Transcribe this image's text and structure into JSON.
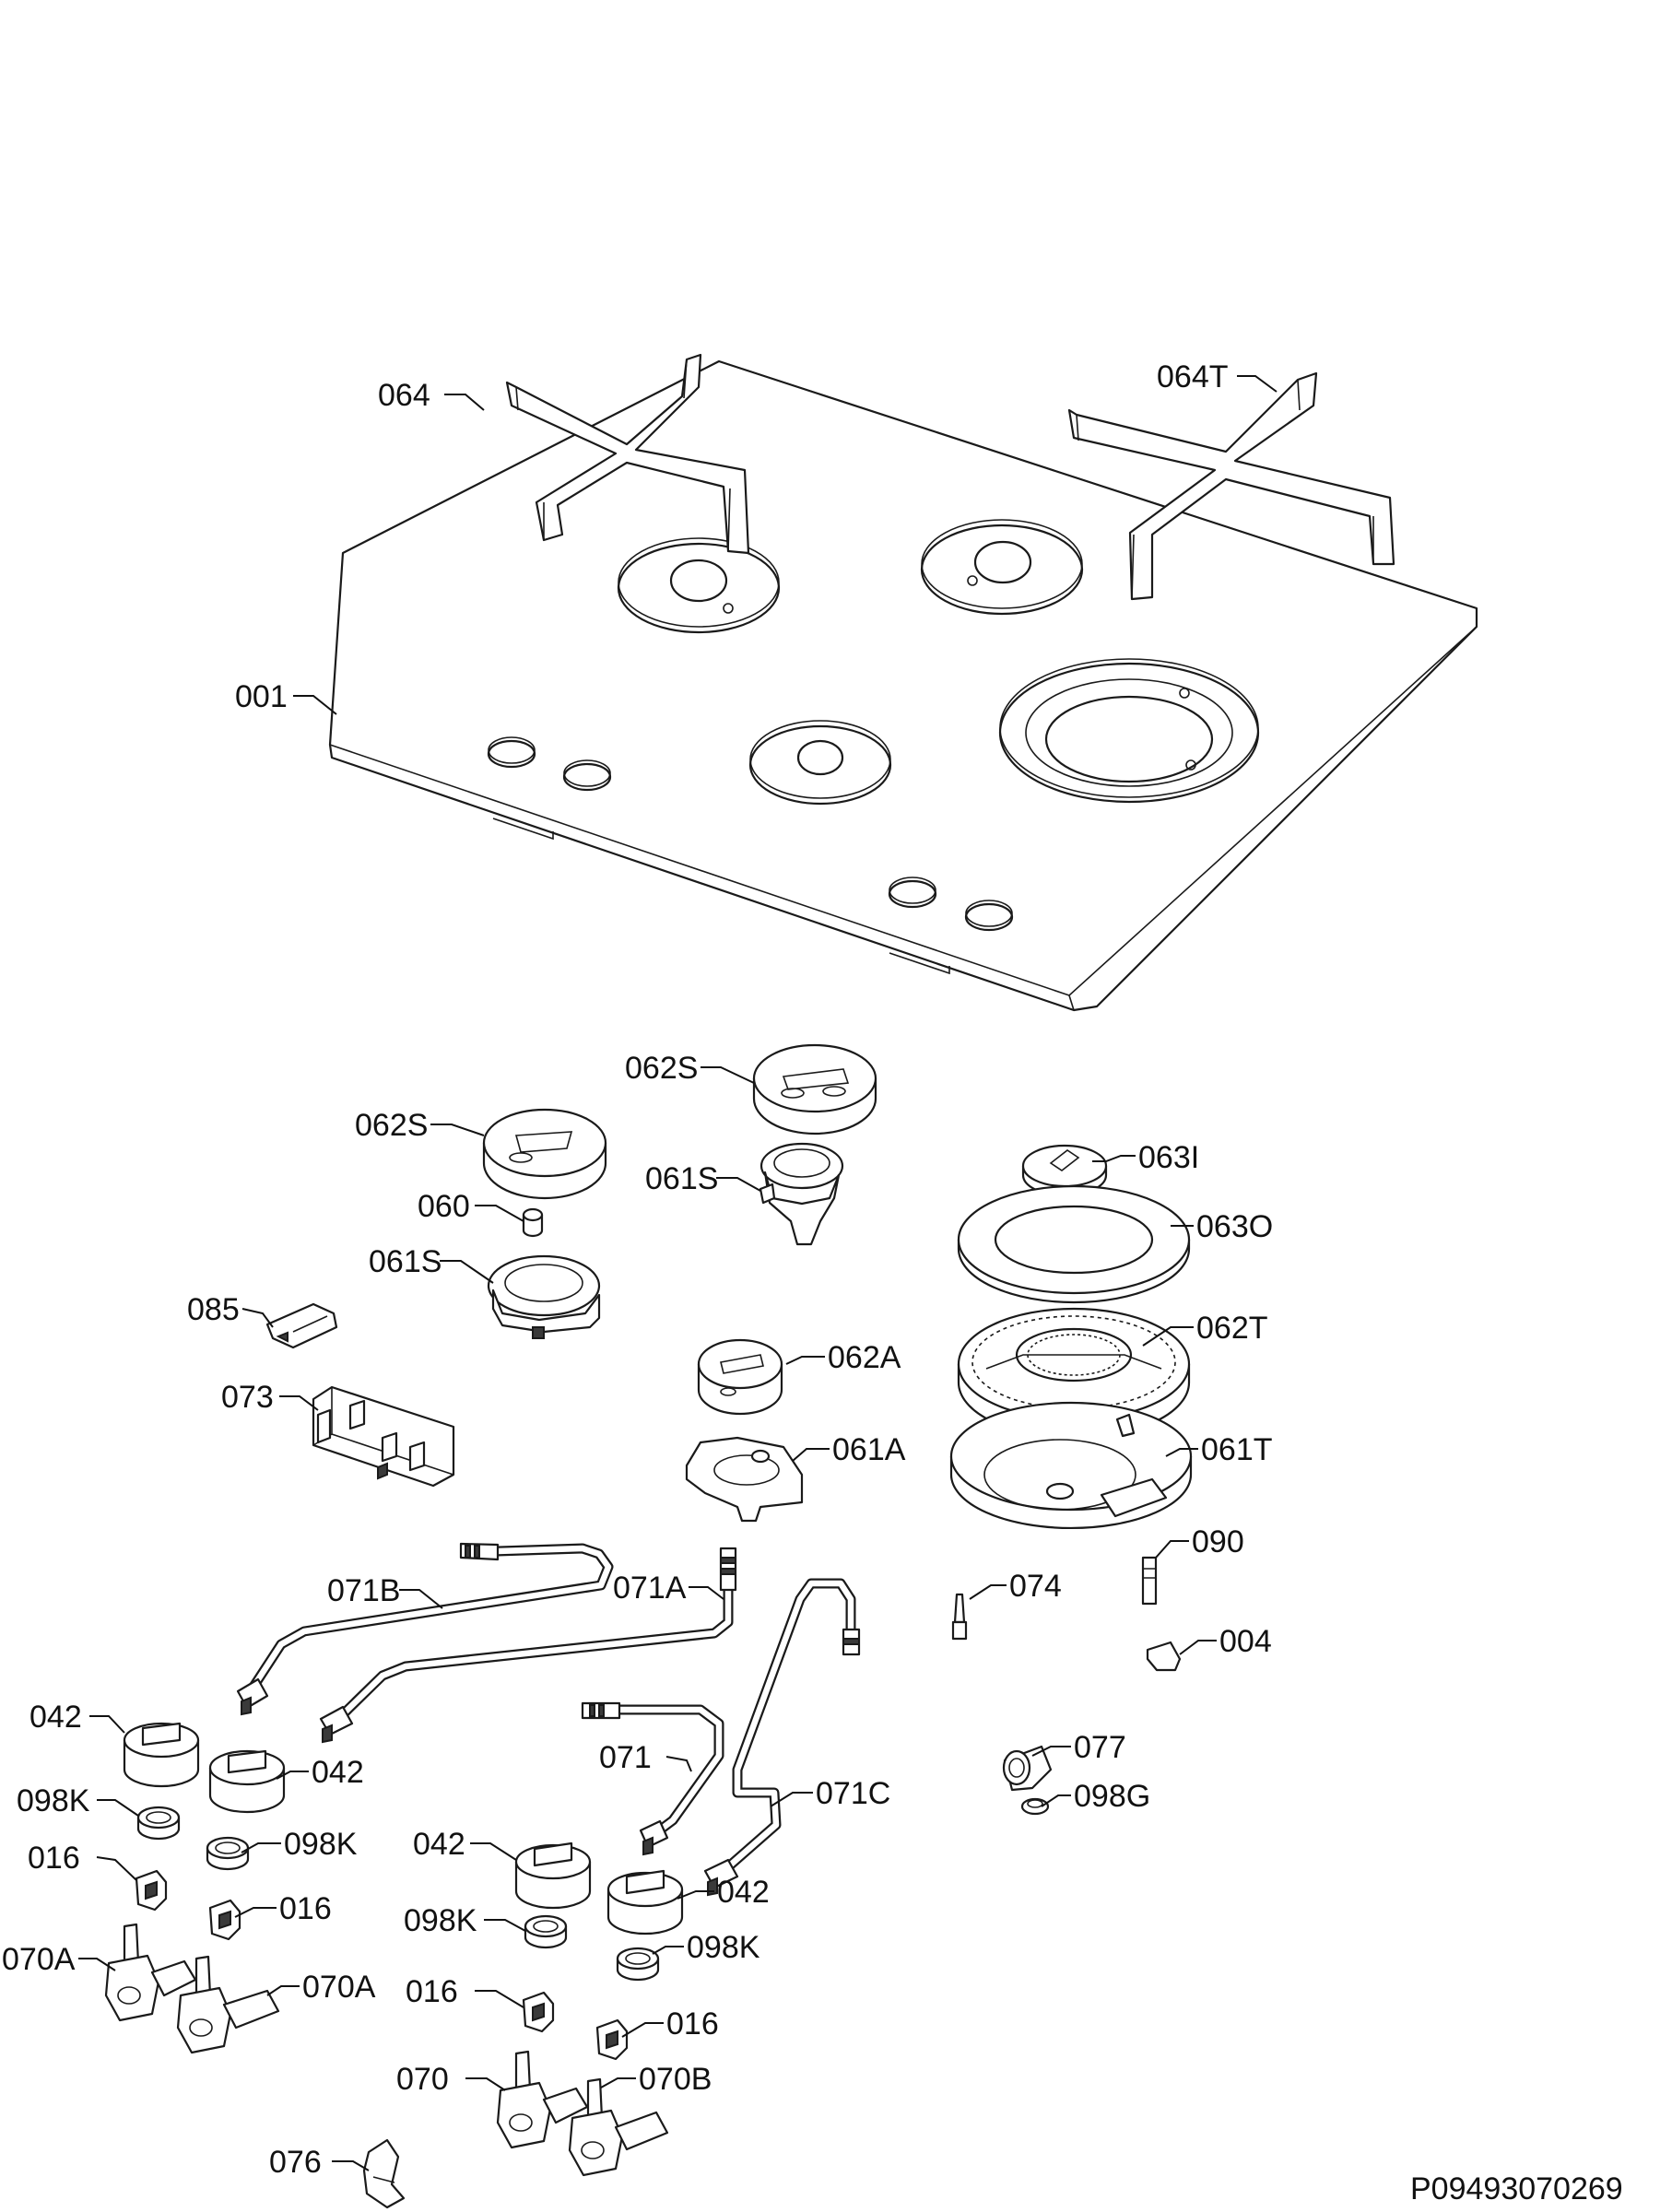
{
  "document_id": "P09493070269",
  "labels": {
    "l064": "064",
    "l064T": "064T",
    "l001": "001",
    "l062S_a": "062S",
    "l062S_b": "062S",
    "l060": "060",
    "l061S_a": "061S",
    "l061S_b": "061S",
    "l063I": "063I",
    "l063O": "063O",
    "l062T": "062T",
    "l085": "085",
    "l062A": "062A",
    "l073": "073",
    "l061A": "061A",
    "l061T": "061T",
    "l090": "090",
    "l071B": "071B",
    "l071A": "071A",
    "l074": "074",
    "l004": "004",
    "l042_a": "042",
    "l042_b": "042",
    "l071": "071",
    "l077": "077",
    "l098K_a": "098K",
    "l071C": "071C",
    "l098G": "098G",
    "l098K_b": "098K",
    "l016_a": "016",
    "l042_c": "042",
    "l016_b": "016",
    "l042_d": "042",
    "l098K_c": "098K",
    "l070A_a": "070A",
    "l070A_b": "070A",
    "l098K_d": "098K",
    "l016_c": "016",
    "l016_d": "016",
    "l070": "070",
    "l070B": "070B",
    "l076": "076"
  }
}
